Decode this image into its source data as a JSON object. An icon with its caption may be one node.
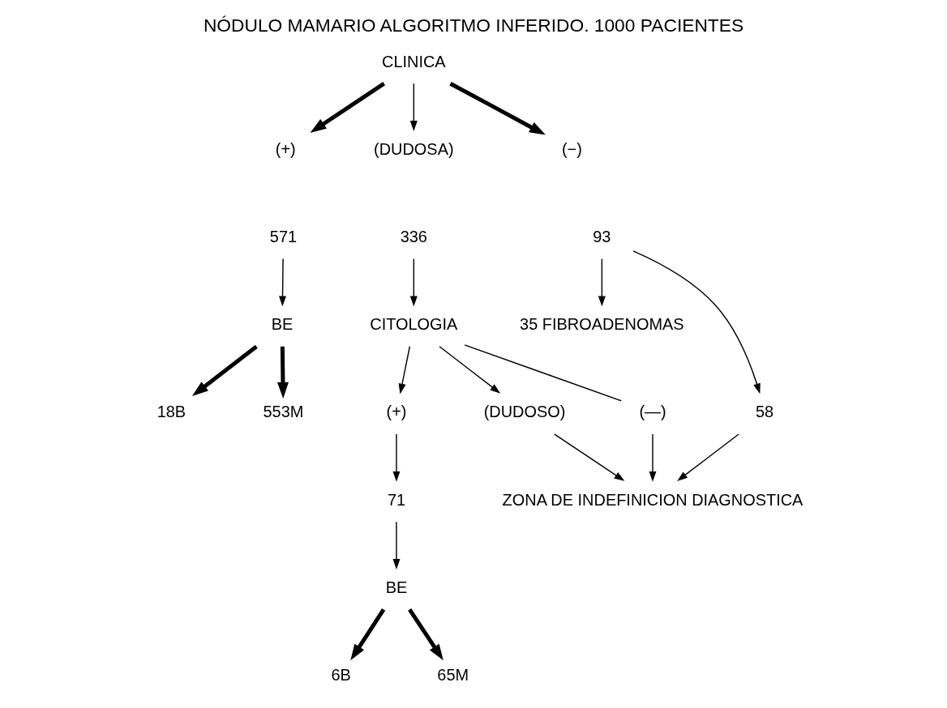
{
  "diagram": {
    "title": "NÓDULO MAMARIO ALGORITMO INFERIDO. 1000 PACIENTES",
    "nodes": [
      {
        "text": [
          "CLINICA"
        ]
      },
      {
        "text": [
          "(+)"
        ]
      },
      {
        "text": [
          "(DUDOSA)"
        ]
      },
      {
        "text": [
          "(−)"
        ]
      },
      {
        "text": [
          "571"
        ]
      },
      {
        "text": [
          "336"
        ]
      },
      {
        "text": [
          "93"
        ]
      },
      {
        "text": [
          "BE"
        ]
      },
      {
        "text": [
          "CITOLOGIA"
        ]
      },
      {
        "text": [
          "35 FIBROADENOMAS"
        ]
      },
      {
        "text": [
          "58"
        ]
      },
      {
        "text": [
          "18B"
        ]
      },
      {
        "text": [
          "553M"
        ]
      },
      {
        "text": [
          "(+)"
        ]
      },
      {
        "text": [
          "(DUDOSO)"
        ]
      },
      {
        "text": [
          "(—)"
        ]
      },
      {
        "text": [
          "71"
        ]
      },
      {
        "text": [
          "ZONA DE INDEFINICION DIAGNOSTICA"
        ]
      },
      {
        "text": [
          "BE"
        ]
      },
      {
        "text": [
          "6B"
        ]
      },
      {
        "text": [
          "65M"
        ]
      }
    ],
    "edges": [
      {
        "from": 0,
        "to": 1,
        "arrow": "to",
        "style": "thick"
      },
      {
        "from": 0,
        "to": 2,
        "arrow": "to"
      },
      {
        "from": 0,
        "to": 3,
        "arrow": "to",
        "style": "thick"
      },
      {
        "from": 4,
        "to": 7,
        "arrow": "to"
      },
      {
        "from": 5,
        "to": 8,
        "arrow": "to"
      },
      {
        "from": 6,
        "to": 9,
        "arrow": "to"
      },
      {
        "from": 6,
        "to": 10,
        "arrow": "to"
      },
      {
        "from": 7,
        "to": 11,
        "arrow": "to",
        "style": "thick"
      },
      {
        "from": 7,
        "to": 12,
        "arrow": "to",
        "style": "thick"
      },
      {
        "from": 8,
        "to": 13,
        "arrow": "to"
      },
      {
        "from": 8,
        "to": 14,
        "arrow": "to"
      },
      {
        "from": 8,
        "to": 15,
        "arrow": "none"
      },
      {
        "from": 13,
        "to": 16,
        "arrow": "to"
      },
      {
        "from": 14,
        "to": 17,
        "arrow": "to"
      },
      {
        "from": 15,
        "to": 17,
        "arrow": "to"
      },
      {
        "from": 10,
        "to": 17,
        "arrow": "to"
      },
      {
        "from": 16,
        "to": 18,
        "arrow": "to"
      },
      {
        "from": 18,
        "to": 19,
        "arrow": "to",
        "style": "thick"
      },
      {
        "from": 18,
        "to": 20,
        "arrow": "to",
        "style": "thick"
      }
    ]
  }
}
